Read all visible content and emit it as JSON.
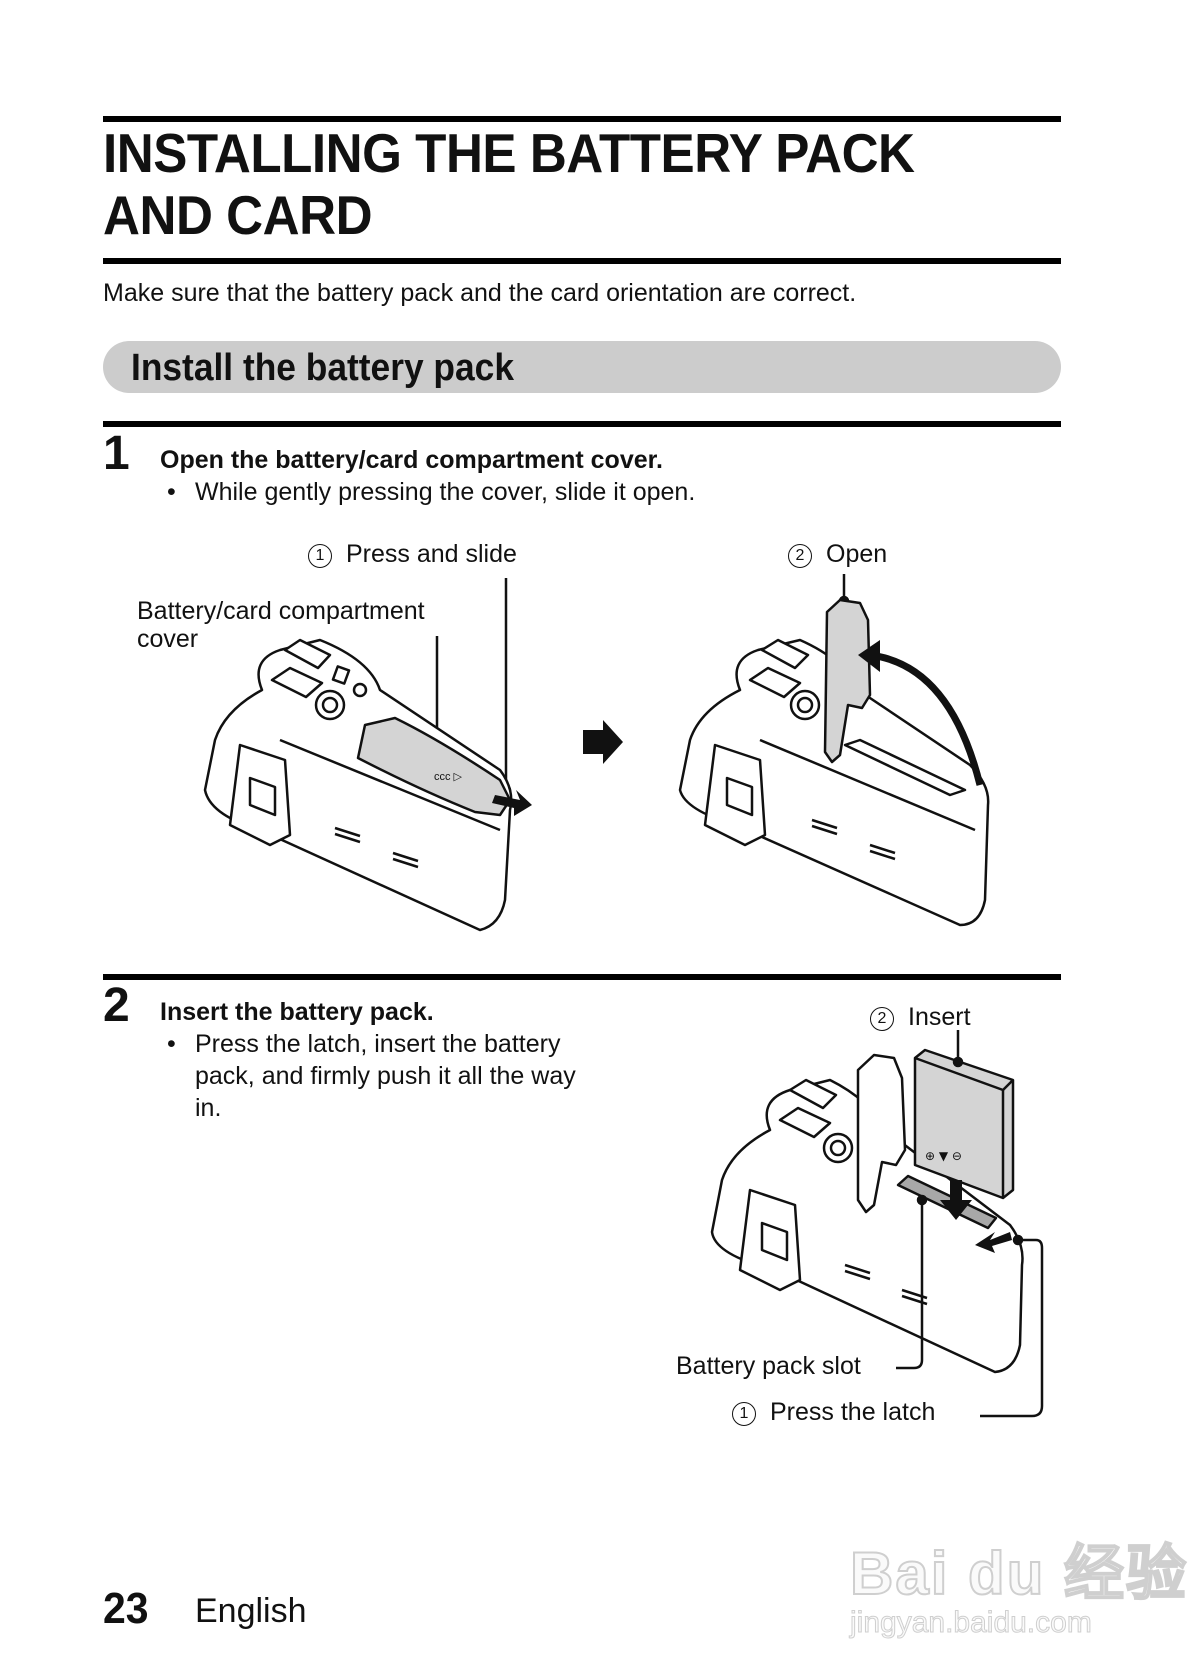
{
  "page": {
    "title_line1": "INSTALLING THE BATTERY PACK",
    "title_line2": "AND CARD",
    "intro": "Make sure that the battery pack and the card orientation are correct.",
    "section_heading": "Install the battery pack"
  },
  "steps": [
    {
      "number": "1",
      "heading": "Open the battery/card compartment cover.",
      "bullets": [
        "While gently pressing the cover, slide it open."
      ],
      "figure": {
        "label_cover": "Battery/card compartment cover",
        "label_cover_line1": "Battery/card compartment",
        "label_cover_line2": "cover",
        "callouts": [
          {
            "marker": "1",
            "text": "Press and slide"
          },
          {
            "marker": "2",
            "text": "Open"
          }
        ]
      }
    },
    {
      "number": "2",
      "heading": "Insert the battery pack.",
      "bullets": [
        "Press the latch, insert the battery pack, and firmly push it all the way in."
      ],
      "bullet_lines": [
        "Press the latch, insert the battery",
        "pack, and firmly push it all the way",
        "in."
      ],
      "figure": {
        "label_slot": "Battery pack slot",
        "battery_markings": "⊕ ▼ ⊖",
        "callouts": [
          {
            "marker": "2",
            "text": "Insert"
          },
          {
            "marker": "1",
            "text": "Press the latch"
          }
        ]
      }
    }
  ],
  "footer": {
    "page_number": "23",
    "language": "English"
  },
  "watermark": {
    "brand": "Bai du 经验",
    "url": "jingyan.baidu.com"
  },
  "colors": {
    "pill_bg": "#cccccc",
    "cover_gray": "#d4d4d4",
    "text": "#111111"
  }
}
